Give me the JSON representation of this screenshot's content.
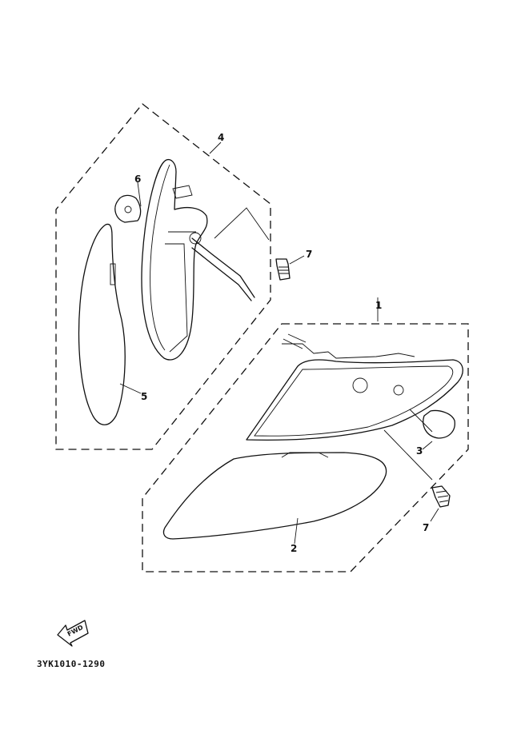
{
  "callouts": {
    "p1": "1",
    "p2": "2",
    "p3": "3",
    "p4": "4",
    "p5": "5",
    "p6": "6",
    "p7a": "7",
    "p7b": "7"
  },
  "fwd_label": "FWD",
  "diagram_code": "3YK1010-1290"
}
